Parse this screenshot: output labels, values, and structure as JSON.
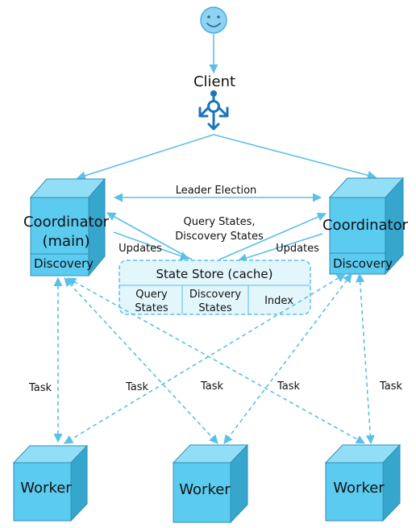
{
  "client": {
    "label": "Client"
  },
  "coordinators": [
    {
      "line1": "Coordinator",
      "line2": "(main)",
      "section": "Discovery"
    },
    {
      "line1": "Coordinator",
      "line2": "",
      "section": "Discovery"
    }
  ],
  "edges": {
    "leader_election": "Leader Election",
    "updates_left": "Updates",
    "updates_right": "Updates",
    "query_states_line1": "Query States,",
    "query_states_line2": "Discovery States"
  },
  "state_store": {
    "title": "State Store (cache)",
    "cells": [
      {
        "line1": "Query",
        "line2": "States"
      },
      {
        "line1": "Discovery",
        "line2": "States"
      },
      {
        "line1": "Index",
        "line2": ""
      }
    ]
  },
  "task_label": "Task",
  "workers": [
    {
      "label": "Worker"
    },
    {
      "label": "Worker"
    },
    {
      "label": "Worker"
    }
  ],
  "colors": {
    "line": "#5bc0e8",
    "cube_front": "#5ccbf0",
    "cube_top": "#93def7",
    "cube_side": "#36a6cd",
    "router": "#1b75bb",
    "store_fill": "#e2f6fc"
  }
}
